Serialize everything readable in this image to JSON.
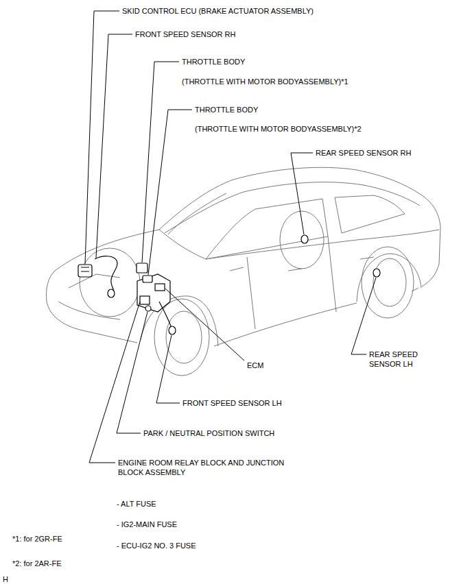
{
  "diagram": {
    "labels": [
      "SKID CONTROL ECU (BRAKE ACTUATOR ASSEMBLY)",
      "FRONT SPEED SENSOR RH",
      "THROTTLE BODY",
      "(THROTTLE WITH MOTOR BODYASSEMBLY)*1",
      "THROTTLE BODY",
      "(THROTTLE WITH MOTOR BODYASSEMBLY)*2",
      "REAR SPEED SENSOR RH",
      "REAR SPEED SENSOR LH",
      "ECM",
      "FRONT SPEED SENSOR LH",
      "PARK / NEUTRAL POSITION SWITCH",
      "ENGINE ROOM RELAY BLOCK AND JUNCTION BLOCK ASSEMBLY",
      "- ALT FUSE",
      "- IG2-MAIN FUSE",
      "- ECU-IG2 NO. 3 FUSE",
      "*1: for 2GR-FE",
      "*2: for 2AR-FE",
      "H"
    ]
  }
}
